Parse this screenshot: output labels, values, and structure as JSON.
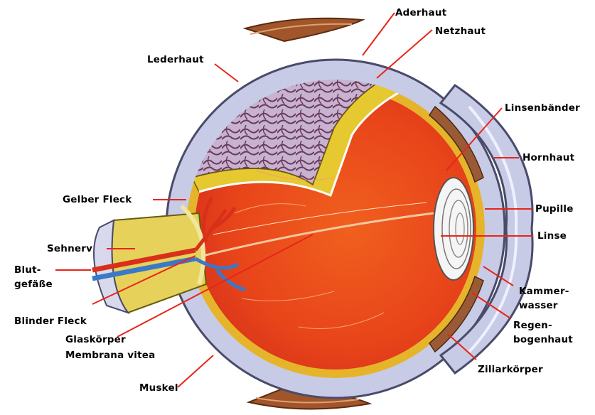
{
  "labels": {
    "aderhaut": "Aderhaut",
    "netzhaut": "Netzhaut",
    "lederhaut": "Lederhaut",
    "linsenbaender": "Linsenbänder",
    "hornhaut": "Hornhaut",
    "gelber_fleck": "Gelber Fleck",
    "pupille": "Pupille",
    "linse": "Linse",
    "sehnerv": "Sehnerv",
    "blutgefaesse_1": "Blut-",
    "blutgefaesse_2": "gefäße",
    "blinder_fleck": "Blinder Fleck",
    "kammerwasser_1": "Kammer-",
    "kammerwasser_2": "wasser",
    "regenbogenhaut_1": "Regen-",
    "regenbogenhaut_2": "bogenhaut",
    "glaskoerper_1": "Glaskörper",
    "glaskoerper_2": "Membrana vitea",
    "ziliarkoerper": "Ziliarkörper",
    "muskel": "Muskel"
  },
  "colors": {
    "leader_line": "#e8251a",
    "sclera": "#c7cbe6",
    "vitreous": "#e8501a",
    "retina": "#e6b42a",
    "choroid": "#bfa0c9",
    "nerve": "#e6d25a"
  }
}
